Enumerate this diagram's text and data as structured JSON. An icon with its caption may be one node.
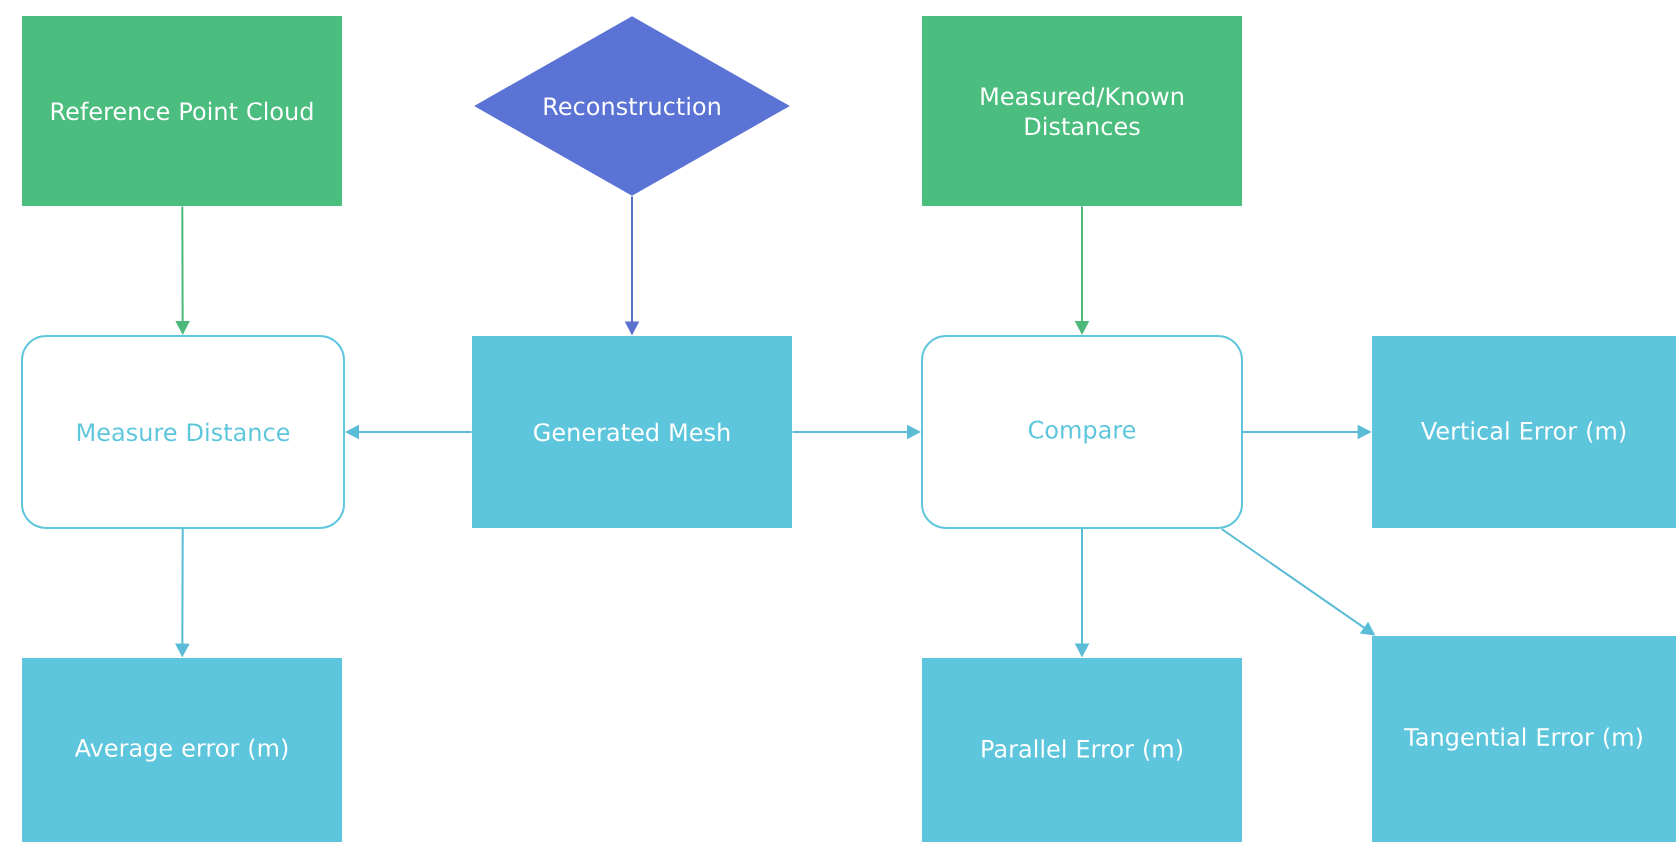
{
  "diagram": {
    "nodes": [
      {
        "text": [
          "Reference Point Cloud"
        ]
      },
      {
        "text": [
          "Reconstruction"
        ]
      },
      {
        "text": [
          "Measured/Known Distances"
        ]
      },
      {
        "text": [
          "Measure Distance"
        ]
      },
      {
        "text": [
          "Generated Mesh"
        ]
      },
      {
        "text": [
          "Compare"
        ]
      },
      {
        "text": [
          "Vertical Error (m)"
        ]
      },
      {
        "text": [
          "Average error (m)"
        ]
      },
      {
        "text": [
          "Parallel Error (m)"
        ]
      },
      {
        "text": [
          "Tangential Error (m)"
        ]
      }
    ],
    "edges": [
      {
        "from": 0,
        "to": 3,
        "arrow": "to",
        "color": "#4cb87a"
      },
      {
        "from": 1,
        "to": 4,
        "arrow": "to",
        "color": "#5b6fcf"
      },
      {
        "from": 2,
        "to": 5,
        "arrow": "to",
        "color": "#4cb87a"
      },
      {
        "from": 4,
        "to": 3,
        "arrow": "to"
      },
      {
        "from": 4,
        "to": 5,
        "arrow": "to"
      },
      {
        "from": 5,
        "to": 6,
        "arrow": "to"
      },
      {
        "from": 3,
        "to": 7,
        "arrow": "to"
      },
      {
        "from": 5,
        "to": 8,
        "arrow": "to"
      },
      {
        "from": 5,
        "to": 9,
        "arrow": "to"
      }
    ]
  }
}
